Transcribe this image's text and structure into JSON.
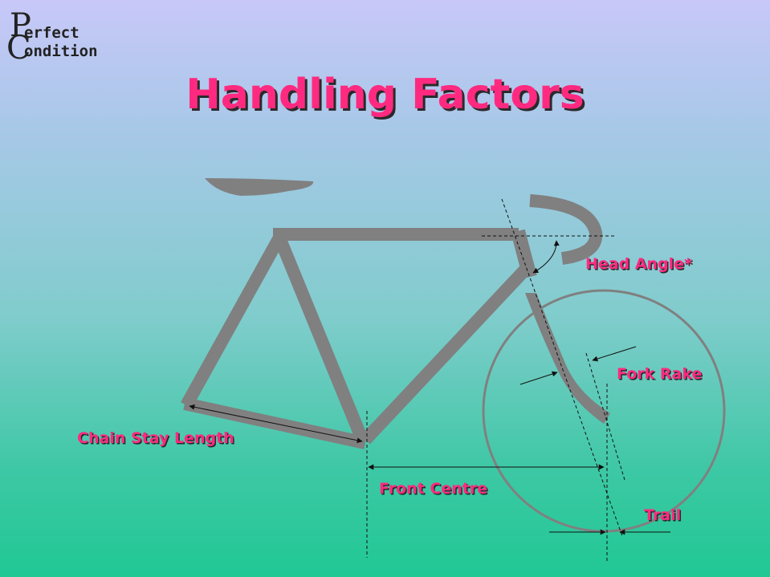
{
  "logo": {
    "big_p": "P",
    "line1": "erfect",
    "big_c": "C",
    "line2": "ondition"
  },
  "title": "Handling Factors",
  "labels": {
    "head_angle": "Head Angle*",
    "fork_rake": "Fork Rake",
    "chain_stay": "Chain Stay Length",
    "front_centre": "Front Centre",
    "trail": "Trail"
  },
  "colors": {
    "frame": "#808080",
    "label": "#ff2a80",
    "line": "#111111"
  }
}
